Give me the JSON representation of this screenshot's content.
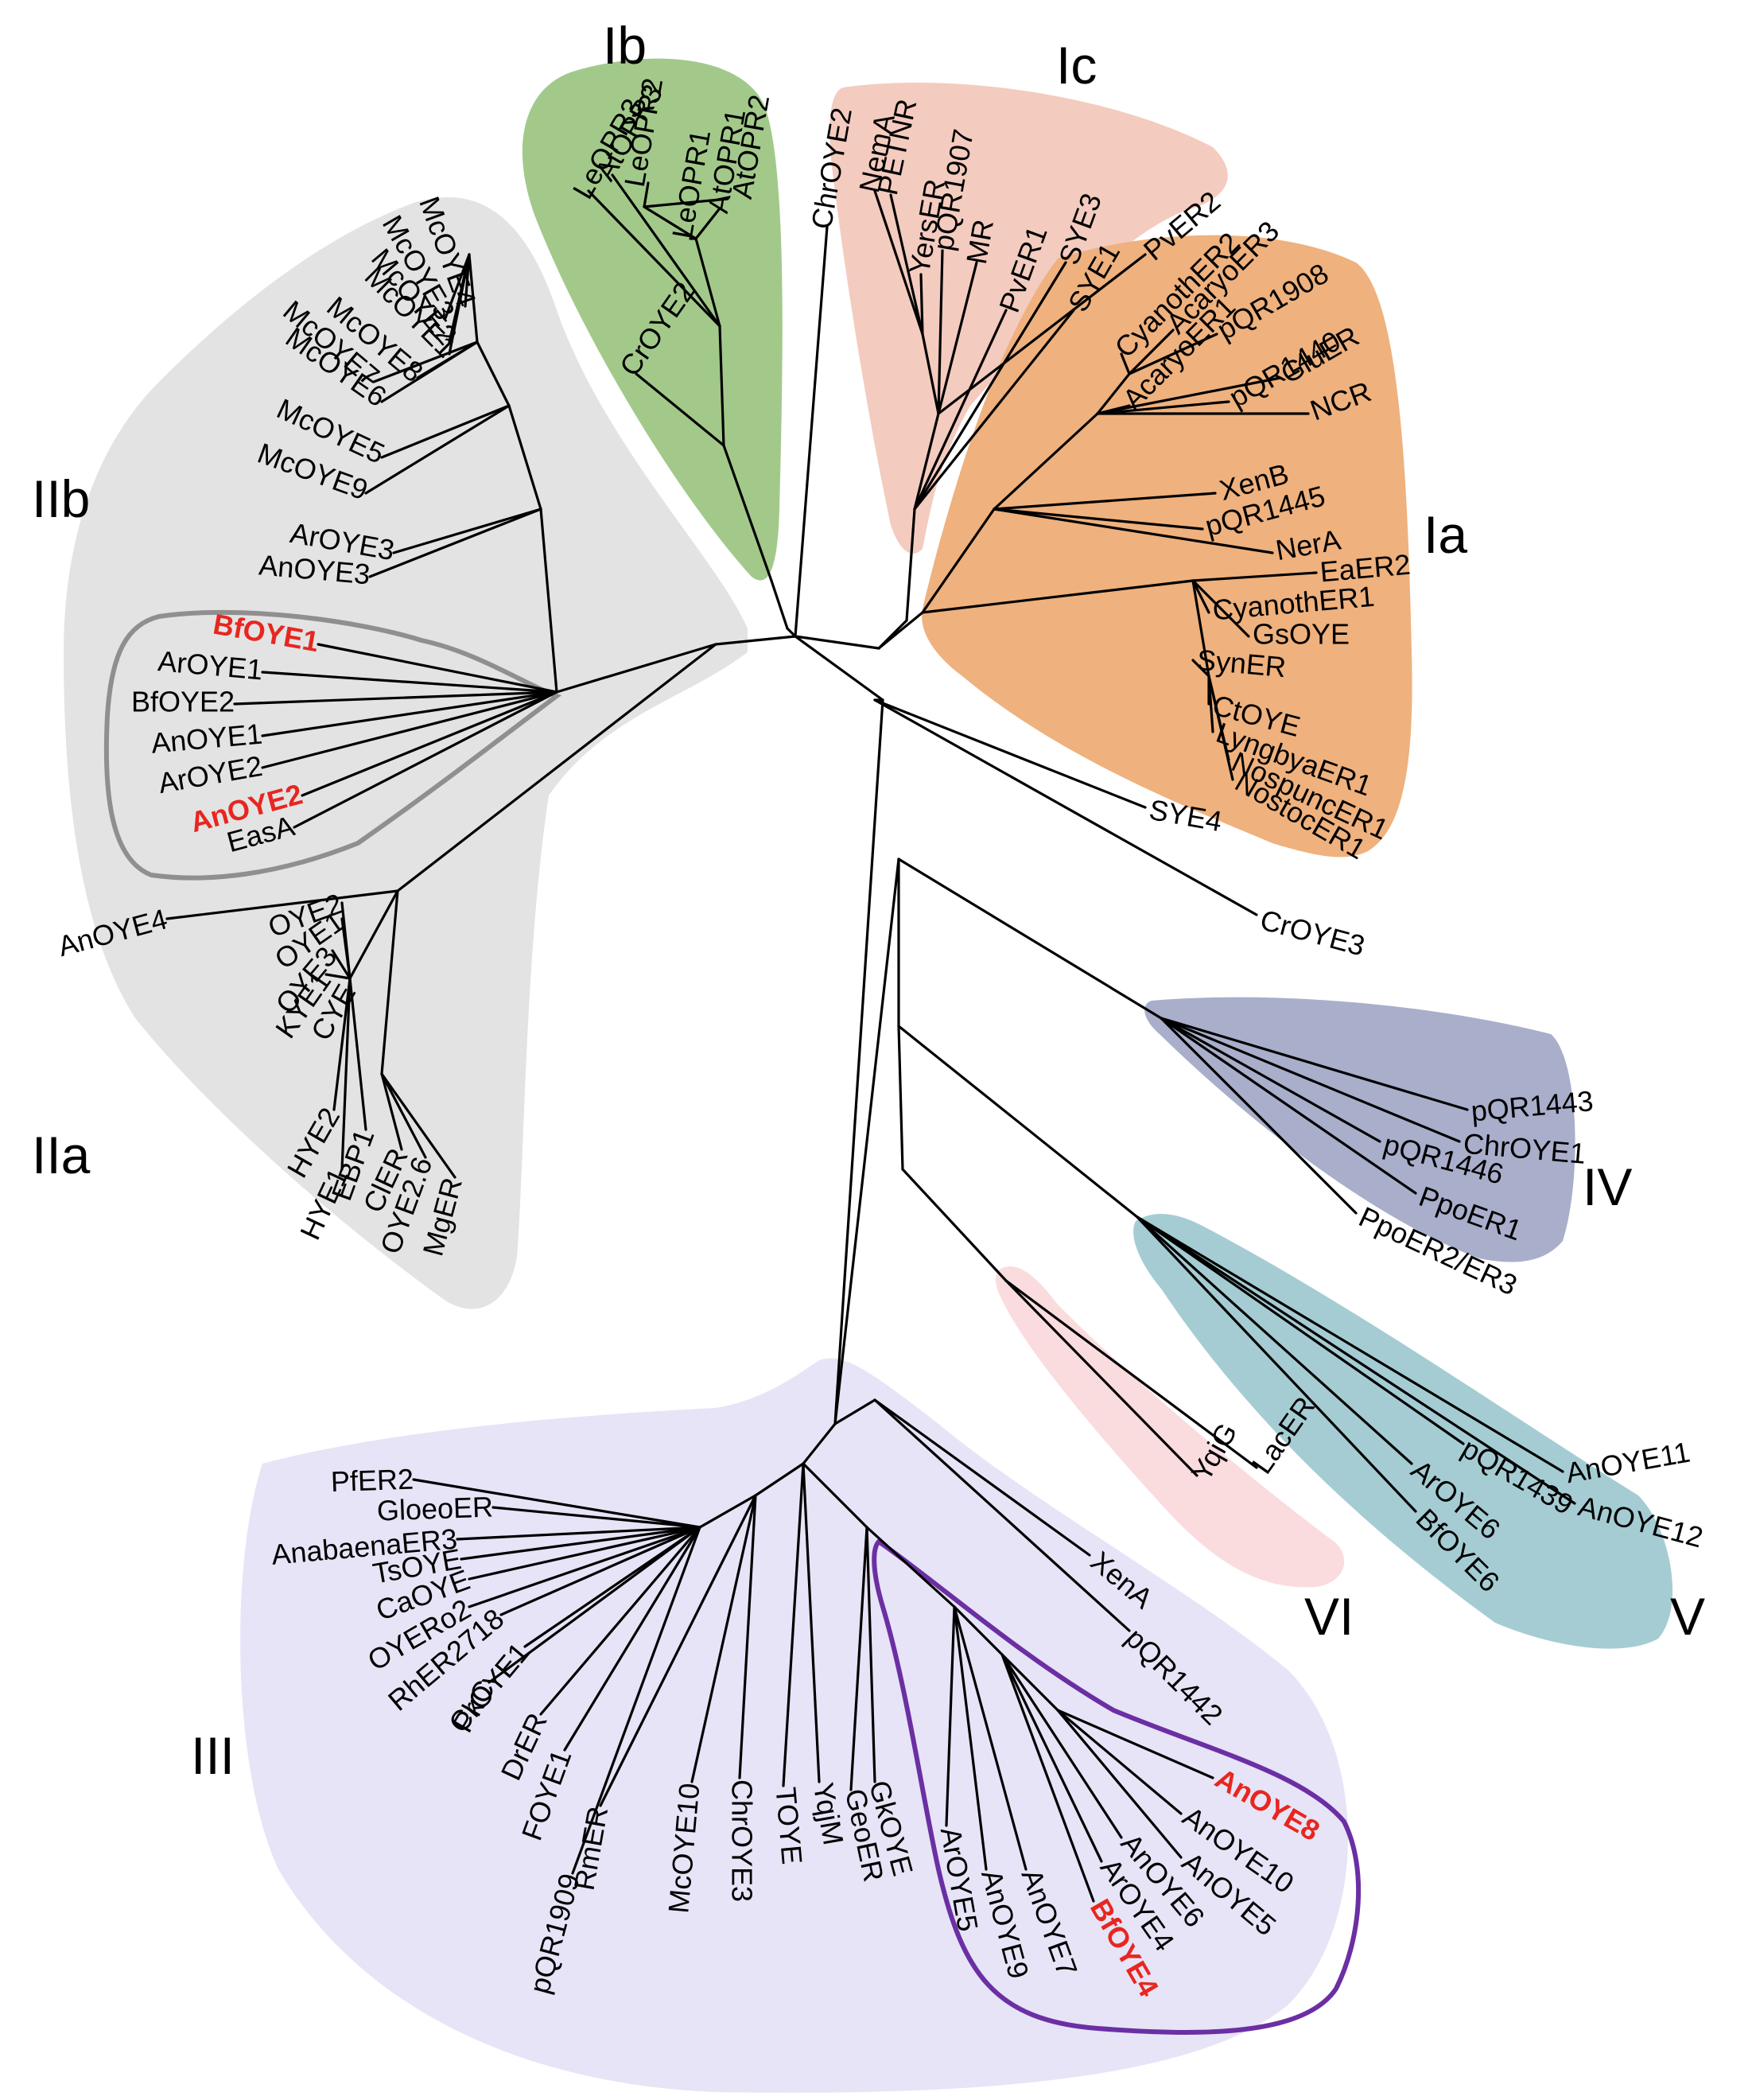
{
  "clades": {
    "Ia": {
      "label": "Ia",
      "color": "#efb17d"
    },
    "Ib": {
      "label": "Ib",
      "color": "#a2c98a"
    },
    "Ic": {
      "label": "Ic",
      "color": "#f4cbbf"
    },
    "IIa": {
      "label": "IIa",
      "color": "#e3e3e3"
    },
    "IIb": {
      "label": "IIb",
      "color": "#e3e3e3"
    },
    "III": {
      "label": "III",
      "color": "#e6e4f6"
    },
    "IV": {
      "label": "IV",
      "color": "#a9aecb"
    },
    "V": {
      "label": "V",
      "color": "#a5ccd3"
    },
    "VI": {
      "label": "VI",
      "color": "#fadcdf"
    }
  },
  "highlight_color": "#e8261f",
  "outline_colors": {
    "IIb_subgroup": "#8f8f8f",
    "III_subgroup": "#6b2fa3"
  },
  "leaves": {
    "AtOPR2": "AtOPR2",
    "AtOPR1": "AtOPR1",
    "LeOPR1": "LeOPR1",
    "LeOPR2": "LeOPR2",
    "AtOPR3": "AtOPR3",
    "LeOPR3": "LeOPR3",
    "CrOYE2": "CrOYE2",
    "ChrOYE2": "ChrOYE2",
    "NemA": "NemA",
    "PETNR": "PETNR",
    "YersER": "YersER",
    "pQR1907": "pQR1907",
    "MR": "MR",
    "PvER1": "PvER1",
    "SYE3": "SYE3",
    "SYE1": "SYE1",
    "PvER2": "PvER2",
    "CyanothER2": "CyanothER2",
    "AcaryoER3": "AcaryoER3",
    "AcaryoER1": "AcaryoER1",
    "pQR1908": "pQR1908",
    "pQR1440": "pQR1440",
    "GluER": "GluER",
    "NCR": "NCR",
    "XenB": "XenB",
    "pQR1445": "pQR1445",
    "NerA": "NerA",
    "EaER2": "EaER2",
    "CyanothER1": "CyanothER1",
    "GsOYE": "GsOYE",
    "SynER": "SynER",
    "CtOYE": "CtOYE",
    "LyngbyaER1": "LyngbyaER1",
    "NospuncER1": "NospuncER1",
    "NostocER1": "NostocER1",
    "SYE4": "SYE4",
    "CrOYE3": "CrOYE3",
    "pQR1443": "pQR1443",
    "ChrOYE1": "ChrOYE1",
    "pQR1446": "pQR1446",
    "PpoER1": "PpoER1",
    "PpoER2ER3": "PpoER2/ER3",
    "AnOYE11": "AnOYE11",
    "AnOYE12": "AnOYE12",
    "pQR1439": "pQR1439",
    "ArOYE6": "ArOYE6",
    "BfOYE6": "BfOYE6",
    "YqiG": "YqiG",
    "LacER": "LacER",
    "XenA": "XenA",
    "pQR1442": "pQR1442",
    "AnOYE8": "AnOYE8",
    "AnOYE10": "AnOYE10",
    "AnOYE5": "AnOYE5",
    "AnOYE6": "AnOYE6",
    "ArOYE4": "ArOYE4",
    "BfOYE4": "BfOYE4",
    "AnOYE7": "AnOYE7",
    "AnOYE9": "AnOYE9",
    "ArOYE5": "ArOYE5",
    "GkOYE": "GkOYE",
    "GeoER": "GeoER",
    "YqjM": "YqjM",
    "TOYE": "TOYE",
    "ChrOYE3": "ChrOYE3",
    "McOYE10": "McOYE10",
    "RmER": "RmER",
    "pQR1909": "pQR1909",
    "FOYE1": "FOYE1",
    "DrER": "DrER",
    "PkC": "PkC",
    "CrOYE1": "CrOYE1",
    "RhER2718": "RhER2718",
    "OYERo2": "OYERo2",
    "CaOYE": "CaOYE",
    "TsOYE": "TsOYE",
    "AnabaenaER3": "AnabaenaER3",
    "GloeoER": "GloeoER",
    "PfER2": "PfER2",
    "MgER": "MgER",
    "OYE26": "OYE2.6",
    "ClER": "ClER",
    "EBP1": "EBP1",
    "HYE1": "HYE1",
    "HYE2": "HYE2",
    "CYE": "CYE",
    "KYE1": "KYE1",
    "OYE3": "OYE3",
    "OYE1": "OYE1",
    "OYE2": "OYE2",
    "AnOYE4": "AnOYE4",
    "EasA": "EasA",
    "AnOYE2": "AnOYE2",
    "ArOYE2": "ArOYE2",
    "AnOYE1": "AnOYE1",
    "BfOYE2": "BfOYE2",
    "ArOYE1": "ArOYE1",
    "BfOYE1": "BfOYE1",
    "AnOYE3": "AnOYE3",
    "ArOYE3": "ArOYE3",
    "McOYE9": "McOYE9",
    "McOYE5": "McOYE5",
    "McOYE6": "McOYE6",
    "McOYE7": "McOYE7",
    "McOYE8": "McOYE8",
    "McOYE1": "McOYE1",
    "McOYE2": "McOYE2",
    "McOYE3": "McOYE3",
    "McOYE4": "McOYE4"
  }
}
